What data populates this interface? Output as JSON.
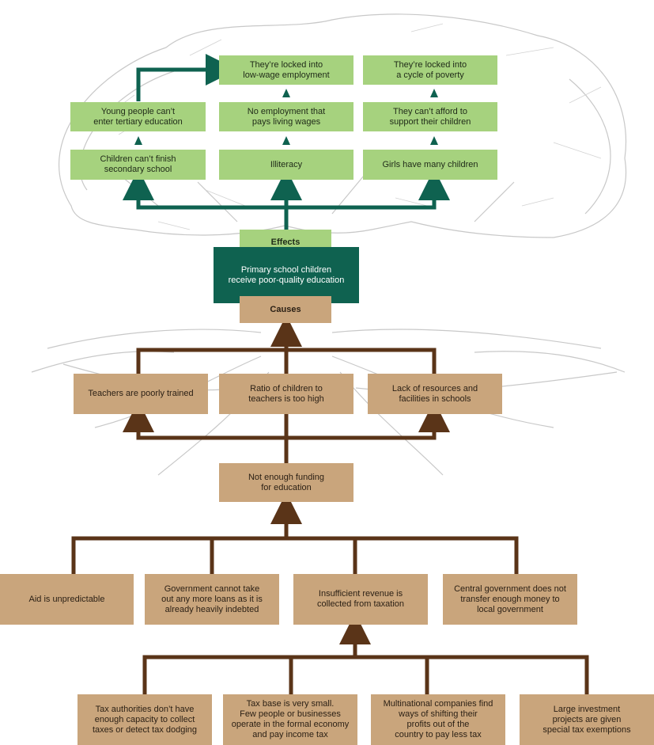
{
  "effects_label": "Effects",
  "causes_label": "Causes",
  "core_problem": "Primary school children\nreceive poor-quality education",
  "effects": {
    "col1": [
      "Children can’t finish\nsecondary school",
      "Young people can’t\nenter tertiary education"
    ],
    "col2": [
      "Illiteracy",
      "No employment that\npays living wages",
      "They’re locked into\nlow-wage employment"
    ],
    "col3": [
      "Girls have many children",
      "They can’t afford to\nsupport their children",
      "They’re locked into\na cycle of poverty"
    ]
  },
  "causes": {
    "level1": [
      "Teachers are poorly trained",
      "Ratio of children to\nteachers is too high",
      "Lack of resources and\nfacilities in schools"
    ],
    "funding": "Not enough funding\nfor education",
    "level3": [
      "Aid is unpredictable",
      "Government cannot take\nout any more loans as it is\nalready heavily indebted",
      "Insufficient revenue is\ncollected from taxation",
      "Central government does not\ntransfer enough money to\nlocal government"
    ],
    "level4": [
      "Tax authorities don’t have\nenough capacity to collect\ntaxes or detect tax dodging",
      "Tax base is very small.\nFew people or businesses\noperate in the formal economy\nand pay income tax",
      "Multinational companies find\nways of shifting their\nprofits out of the\ncountry to pay less tax",
      "Large investment\nprojects are given\nspecial tax exemptions"
    ]
  },
  "colors": {
    "green_box": "#a6d27e",
    "green_arrow": "#0f6250",
    "tan_box": "#c9a57c",
    "brown_arrow": "#5a3418",
    "sketch": "#c4c4c4"
  }
}
